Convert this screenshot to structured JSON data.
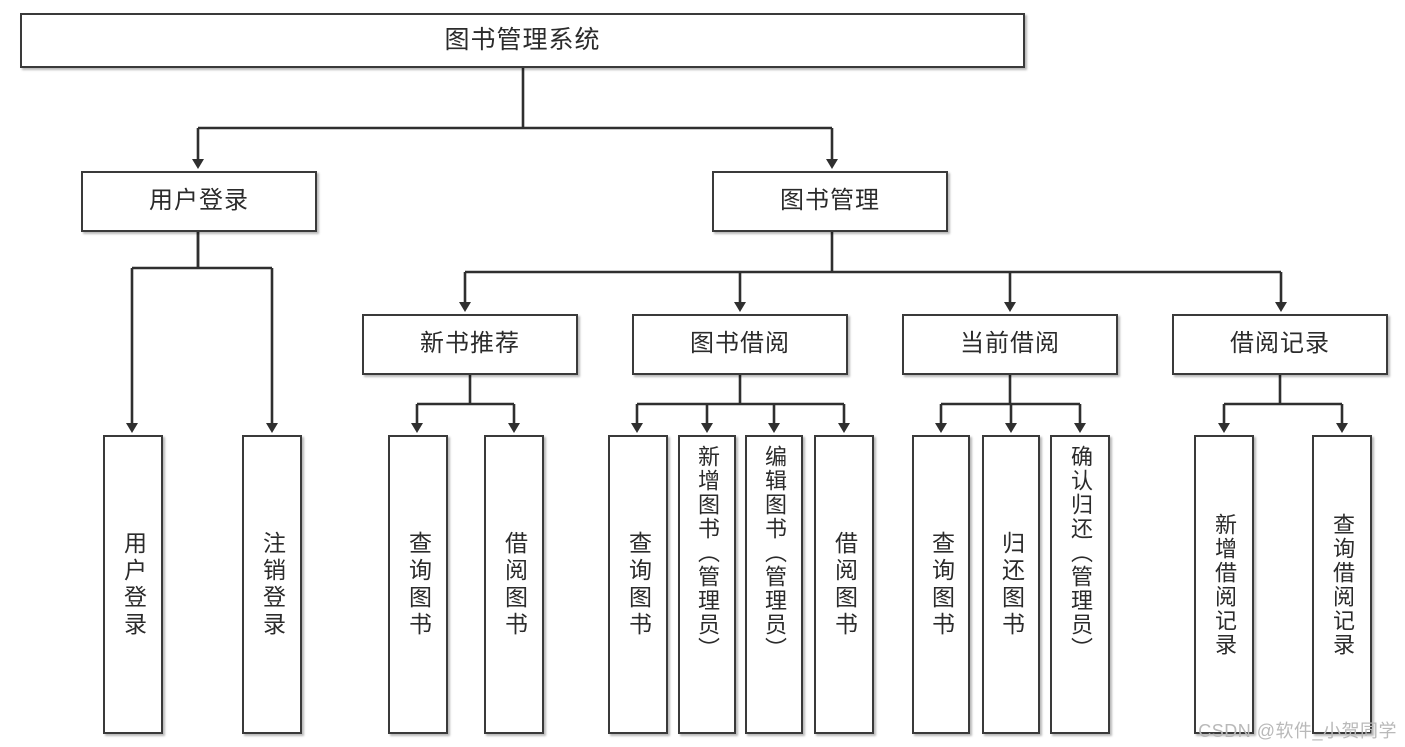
{
  "diagram": {
    "title": "图书管理系统",
    "type": "hierarchy-tree",
    "colors": {
      "box_border": "#3a3a3a",
      "box_fill": "#ffffff",
      "line": "#2f2f2f",
      "text": "#2b2b2b",
      "watermark": "#b9b9b9"
    },
    "root": {
      "label": "图书管理系统"
    },
    "level2": [
      {
        "label": "用户登录"
      },
      {
        "label": "图书管理"
      }
    ],
    "level3": [
      {
        "label": "新书推荐"
      },
      {
        "label": "图书借阅"
      },
      {
        "label": "当前借阅"
      },
      {
        "label": "借阅记录"
      }
    ],
    "leaves": {
      "user_login": [
        {
          "label": "用户登录"
        },
        {
          "label": "注销登录"
        }
      ],
      "new_book_recommend": [
        {
          "label": "查询图书"
        },
        {
          "label": "借阅图书"
        }
      ],
      "book_borrow": [
        {
          "label": "查询图书"
        },
        {
          "label": "新增图书（管理员）"
        },
        {
          "label": "编辑图书（管理员）"
        },
        {
          "label": "借阅图书"
        }
      ],
      "current_borrow": [
        {
          "label": "查询图书"
        },
        {
          "label": "归还图书"
        },
        {
          "label": "确认归还（管理员）"
        }
      ],
      "borrow_record": [
        {
          "label": "新增借阅记录"
        },
        {
          "label": "查询借阅记录"
        }
      ]
    }
  },
  "watermark": {
    "text": "CSDN @软件_小贺同学"
  }
}
